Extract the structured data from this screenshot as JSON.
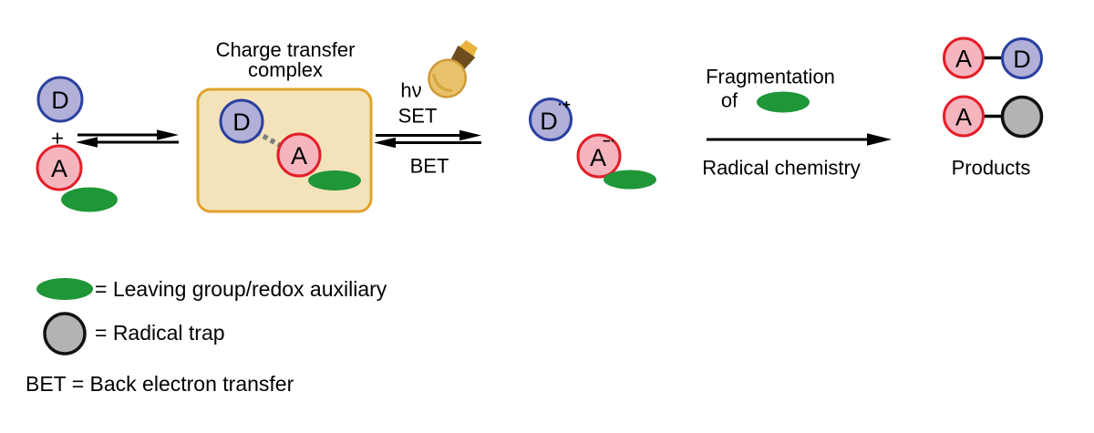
{
  "reactants": {
    "donor": "D",
    "plus": "+",
    "acceptor": "A"
  },
  "ctc": {
    "title_line1": "Charge transfer",
    "title_line2": "complex",
    "donor": "D",
    "acceptor": "A"
  },
  "photoexcitation": {
    "hv": "hν",
    "set": "SET",
    "bet": "BET"
  },
  "radical_ions": {
    "donor": "D",
    "donor_charge": "·+",
    "acceptor": "A",
    "acceptor_charge": "−·"
  },
  "fragmentation": {
    "top_line1": "Fragmentation",
    "top_line2": "of",
    "bottom": "Radical chemistry"
  },
  "products": {
    "label": "Products",
    "acceptor": "A",
    "donor": "D"
  },
  "legend": {
    "leaving_group": "= Leaving group/redox auxiliary",
    "radical_trap": "= Radical trap",
    "bet": "BET = Back electron transfer"
  },
  "palette": {
    "donor_fill": "#b1b0d8",
    "donor_stroke": "#2b40a0",
    "donor_letter": "#2b40a0",
    "donor_letter_muted": "#5a66b0",
    "acceptor_fill": "#f5b5bf",
    "acceptor_stroke": "#e41e28",
    "acceptor_letter": "#e41e28",
    "acceptor_letter_muted": "#d7737f",
    "green": "#1f9638",
    "gray_fill": "#b3b3b3",
    "gray_stroke": "#111111",
    "box_fill": "#f4e3ba",
    "box_stroke": "#e0a22c",
    "dash_gray": "#7f7f7f",
    "bulb_body": "#e9c36c",
    "bulb_outline": "#cf9a35",
    "bulb_base": "#6e4d1e",
    "bulb_tip": "#e9b23c",
    "bulb_highlight": "#d7a843",
    "arrow_black": "#000000"
  }
}
